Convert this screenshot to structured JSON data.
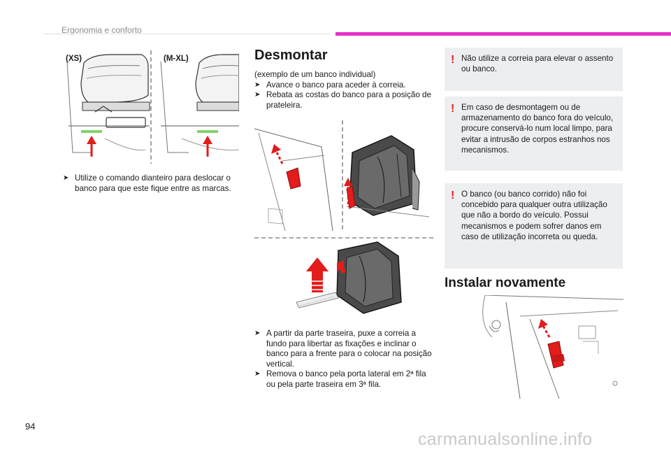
{
  "header": {
    "section_title": "Ergonomia e conforto",
    "accent_color": "#e82ec8"
  },
  "page_number": "94",
  "watermark": "carmanualsonline.info",
  "left_column": {
    "figure_labels": {
      "xs": "(XS)",
      "mxl": "(M-XL)"
    },
    "bullet": "Utilize o comando dianteiro para deslocar o banco para que este fique entre as marcas."
  },
  "middle_column": {
    "heading": "Desmontar",
    "intro": "(exemplo de um banco individual)",
    "bullets_top": [
      "Avance o banco para aceder à correia.",
      "Rebata as costas do banco para a posição de prateleira."
    ],
    "bullets_bottom": [
      "A partir da parte traseira, puxe a correia a fundo para libertar as fixações e inclinar o banco para a frente para o colocar na posição vertical.",
      "Remova o banco pela porta lateral em 2ª fila ou pela parte traseira em 3ª fila."
    ]
  },
  "right_column": {
    "warnings": [
      "Não utilize a correia para elevar o assento ou banco.",
      "Em caso de desmontagem ou de armazenamento do banco fora do veículo, procure conservá-lo num local limpo, para evitar a intrusão de corpos estranhos nos mecanismos.",
      "O banco (ou banco corrido) não foi concebido para qualquer outra utilização que não a bordo do veículo. Possui mecanismos e podem sofrer danos em caso de utilização incorreta ou queda."
    ],
    "heading": "Instalar novamente"
  },
  "colors": {
    "arrow_red": "#e31c1c",
    "mark_green": "#7fd36a",
    "warn_bg": "#eceef0"
  }
}
